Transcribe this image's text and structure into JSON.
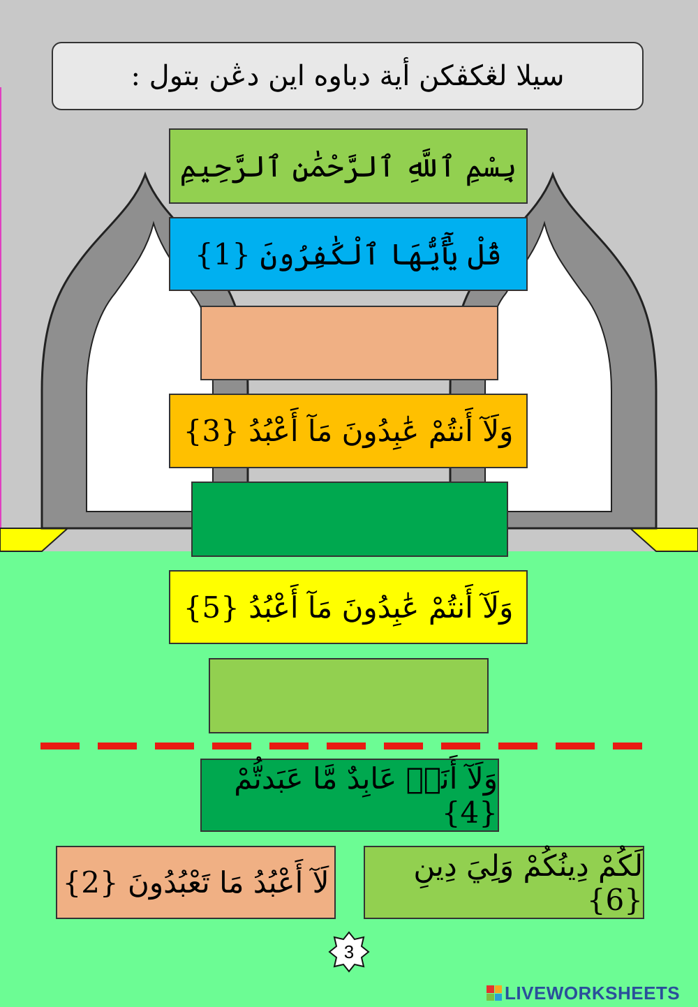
{
  "header": {
    "instruction": "سيلا لڠکڤکن أية دباوه اين دڠن بتول :"
  },
  "sequence_boxes": [
    {
      "text": "بِسْمِ ٱللَّهِ ٱلرَّحْمَٰنِ ٱلرَّحِيمِ",
      "color": "#92d050"
    },
    {
      "text": "قُلْ يَٰٓأَيُّهَا ٱلْكَٰفِرُونَ {1}",
      "color": "#00b0f0"
    },
    {
      "text": "",
      "color": "#f0b084"
    },
    {
      "text": "وَلَآ أَنتُمْ عَٰبِدُونَ مَآ أَعْبُدُ {3}",
      "color": "#ffc000"
    },
    {
      "text": "",
      "color": "#00a84f"
    },
    {
      "text": "وَلَآ أَنتُمْ عَٰبِدُونَ مَآ أَعْبُدُ {5}",
      "color": "#ffff00"
    },
    {
      "text": "",
      "color": "#92d050"
    }
  ],
  "answer_tiles": [
    {
      "text": "وَلَآ أَنَا۠ عَابِدٌ مَّا عَبَدتُّمْ {4}",
      "color": "#00a84f"
    },
    {
      "text": "لَآ أَعْبُدُ مَا تَعْبُدُونَ {2}",
      "color": "#f0b084"
    },
    {
      "text": "لَكُمْ دِينُكُمْ وَلِيَ دِينِ {6}",
      "color": "#92d050"
    }
  ],
  "page_number": "3",
  "branding": {
    "text": "LIVEWORKSHEETS",
    "color": "#2a4f9b"
  },
  "colors": {
    "wall": "#c8c8c8",
    "floor": "#6cfc94",
    "divider": "#e81b12",
    "trim": "#ffff00"
  }
}
